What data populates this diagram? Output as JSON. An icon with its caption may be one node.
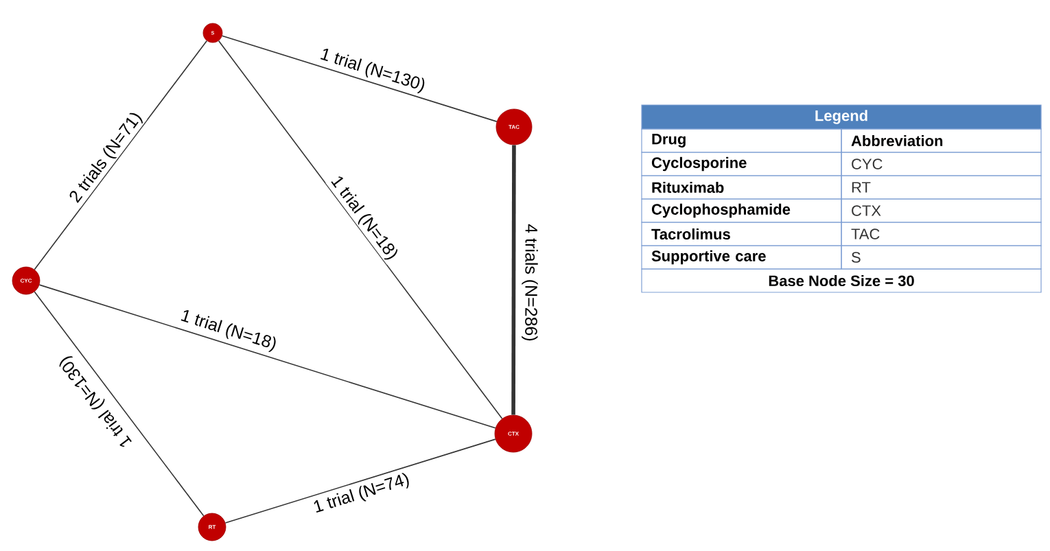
{
  "diagram": {
    "nodes": [
      {
        "text": [
          "S"
        ]
      },
      {
        "text": [
          "TAC"
        ]
      },
      {
        "text": [
          "CYC"
        ]
      },
      {
        "text": [
          "CTX"
        ]
      },
      {
        "text": [
          "RT"
        ]
      }
    ],
    "edges": [
      {
        "from": 0,
        "to": 1,
        "arrow": "none",
        "label": "1 trial (N=130)"
      },
      {
        "from": 2,
        "to": 0,
        "arrow": "none",
        "label": "2 trials (N=71)"
      },
      {
        "from": 0,
        "to": 3,
        "arrow": "none",
        "label": "1 trial (N=18)"
      },
      {
        "from": 1,
        "to": 3,
        "arrow": "none",
        "label": "4 trials (N=286)",
        "style": "thick"
      },
      {
        "from": 2,
        "to": 3,
        "arrow": "none",
        "label": "1 trial (N=18)"
      },
      {
        "from": 4,
        "to": 2,
        "arrow": "none",
        "label": "1 trial (N=130)"
      },
      {
        "from": 4,
        "to": 3,
        "arrow": "none",
        "label": "1 trial (N=74)"
      }
    ],
    "labels": [
      "Legend",
      "Drug",
      "Abbreviation",
      "Cyclosporine",
      "CYC",
      "Rituximab",
      "RT",
      "Cyclophosphamide",
      "CTX",
      "Tacrolimus",
      "TAC",
      "Supportive care",
      "S",
      "Base Node Size = 30"
    ]
  }
}
